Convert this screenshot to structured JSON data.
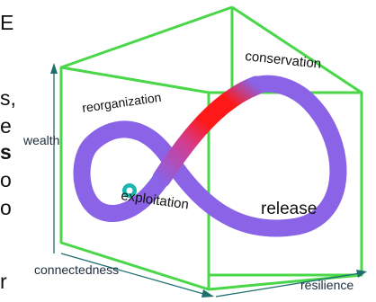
{
  "text_fragments": [
    {
      "text": "E",
      "bold": false
    },
    {
      "text": "s,",
      "bold": false
    },
    {
      "text": "e",
      "bold": false
    },
    {
      "text": "s",
      "bold": true
    },
    {
      "text": "o",
      "bold": false
    },
    {
      "text": "o",
      "bold": false
    },
    {
      "text": "r",
      "bold": false
    }
  ],
  "diagram": {
    "phases": {
      "conservation": "conservation",
      "reorganization": "reorganization",
      "exploitation": "exploitation",
      "release": "release"
    },
    "axes": {
      "vertical": "wealth",
      "left_base": "connectedness",
      "right_base": "resilience"
    },
    "colors": {
      "box_edges": "#49d749",
      "loop": "#8a63e6",
      "loop_highlight": "#ff1818",
      "marker": "#18b8b0",
      "axis": "#1f6f6f"
    }
  }
}
